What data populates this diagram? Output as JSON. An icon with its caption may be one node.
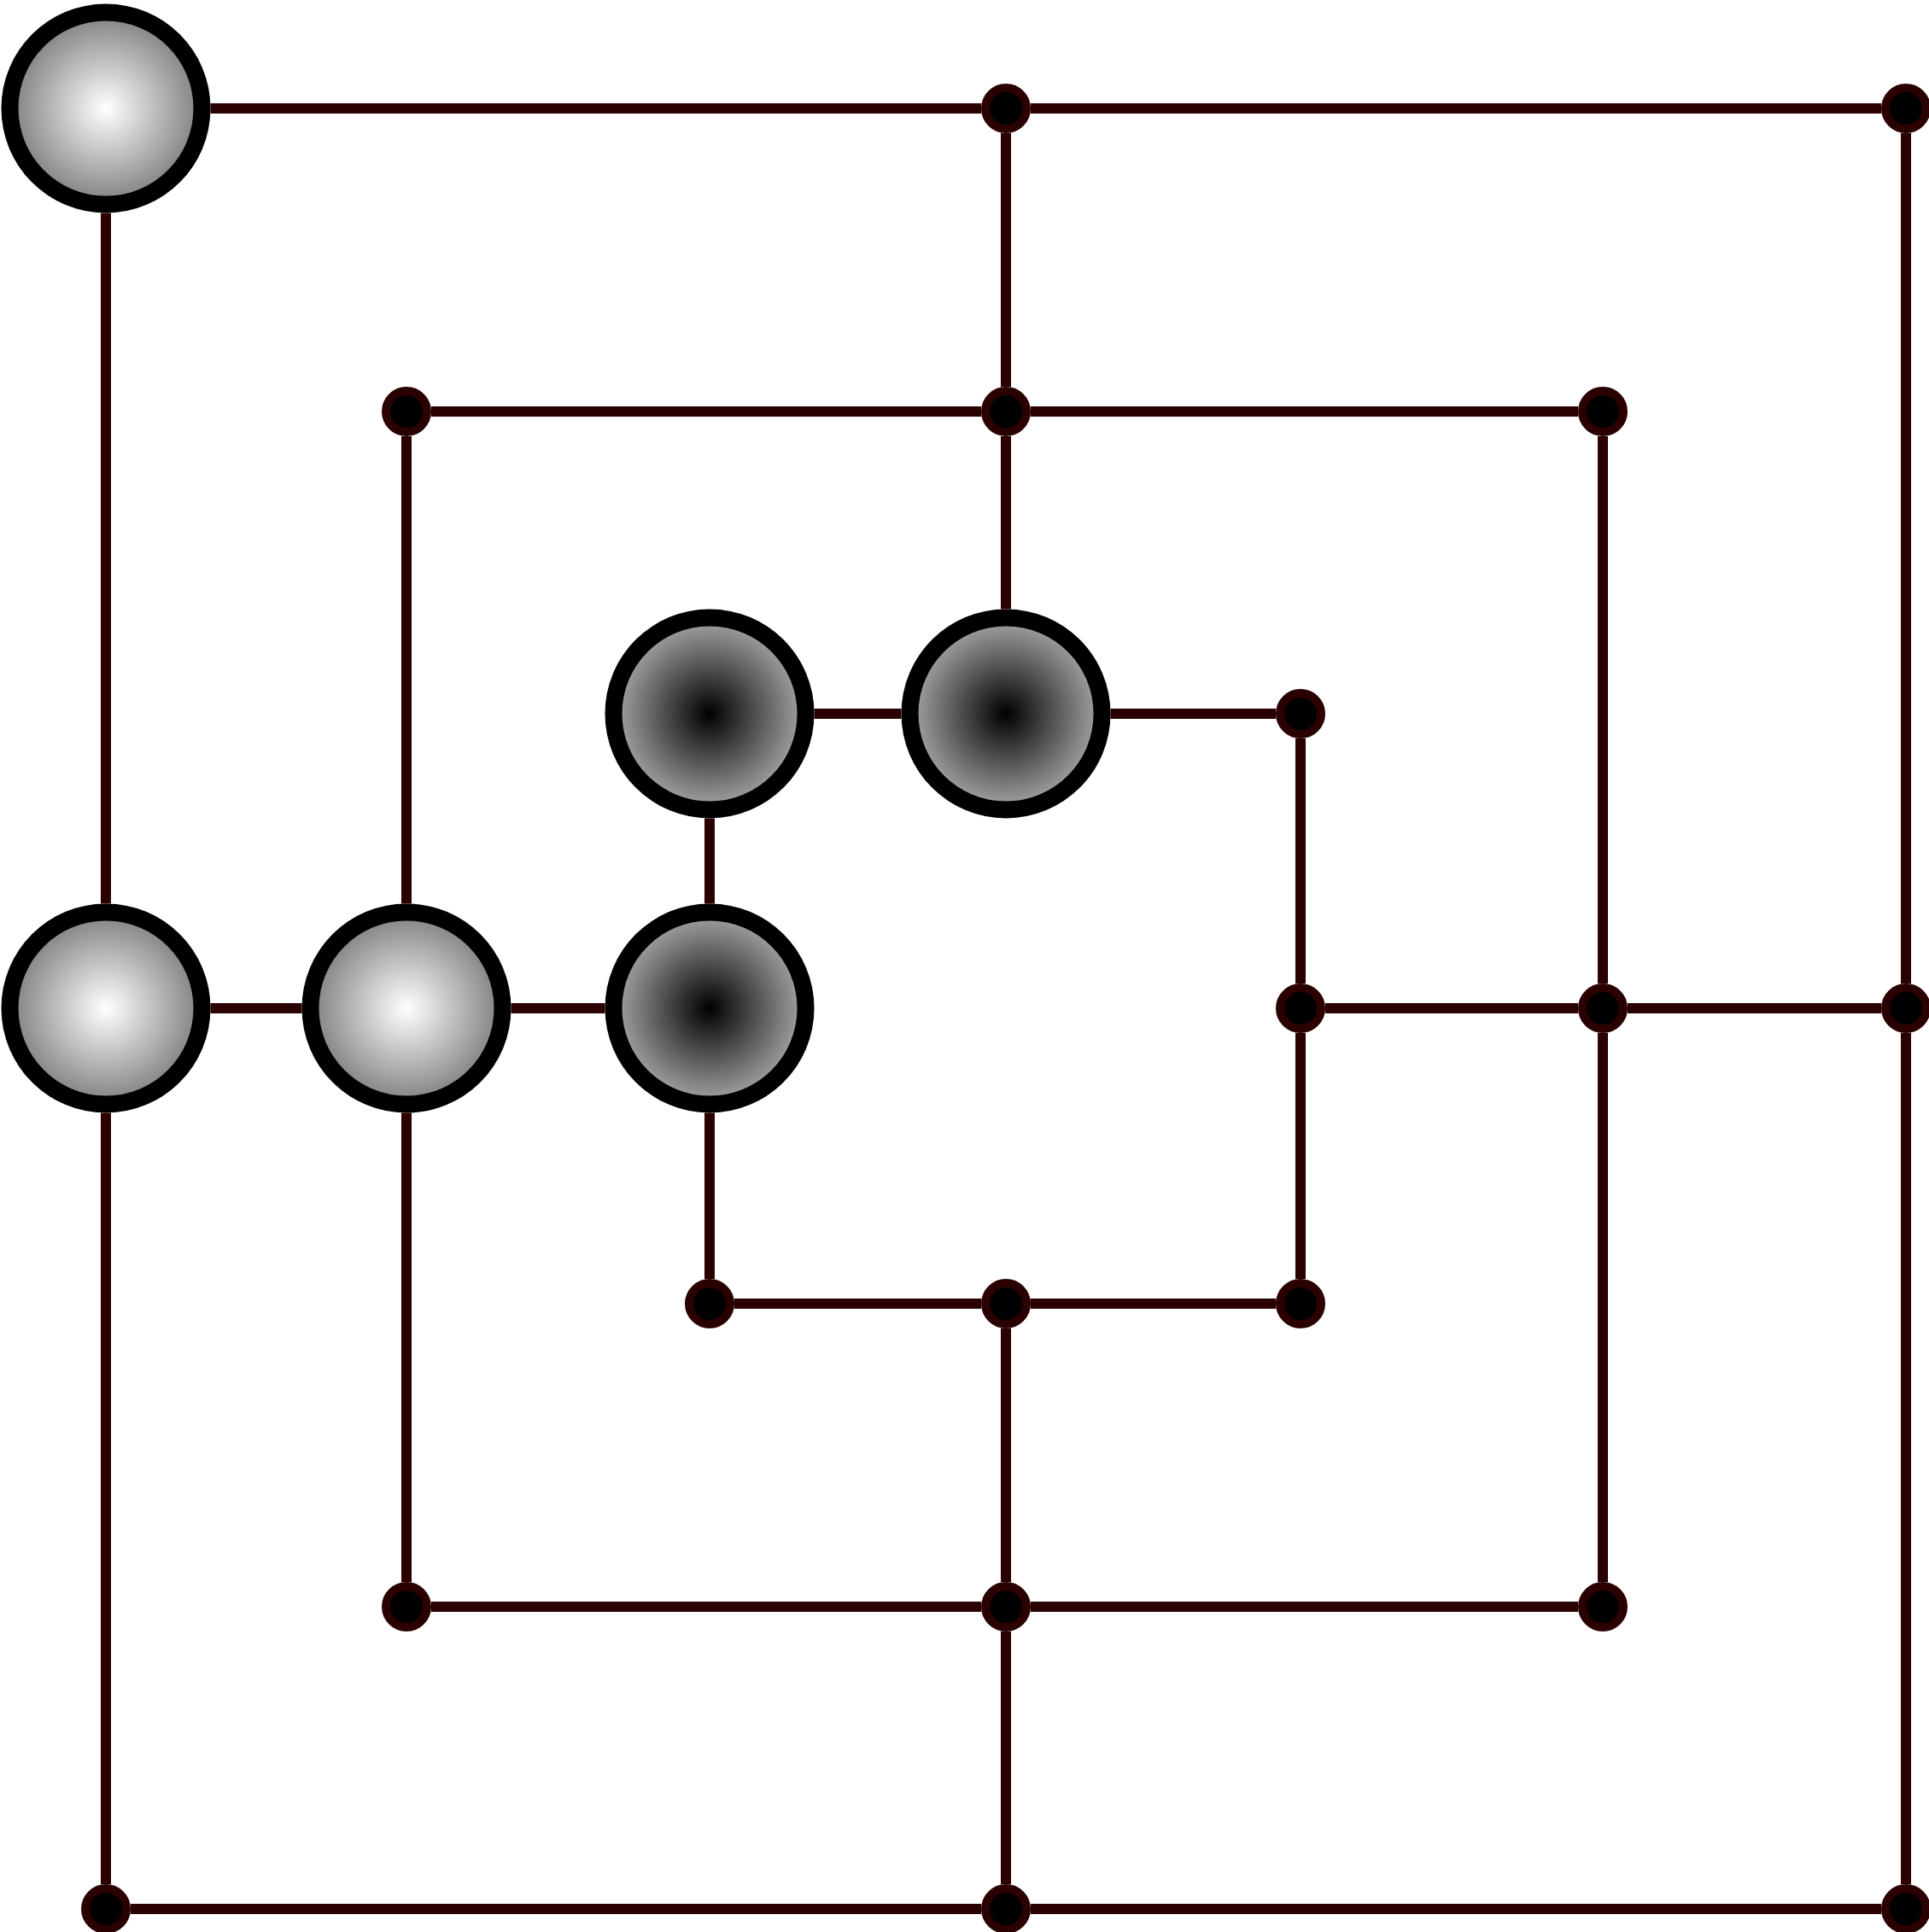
{
  "diagram": {
    "nodes": [
      {
        "text": [],
        "shape": "circle"
      },
      {
        "text": [],
        "shape": "dot"
      },
      {
        "text": [],
        "shape": "dot"
      },
      {
        "text": [],
        "shape": "dot"
      },
      {
        "text": [],
        "shape": "dot"
      },
      {
        "text": [],
        "shape": "dot"
      },
      {
        "text": [],
        "shape": "disc"
      },
      {
        "text": [],
        "shape": "disc"
      },
      {
        "text": [],
        "shape": "dot"
      },
      {
        "text": [],
        "shape": "circle"
      },
      {
        "text": [],
        "shape": "circle"
      },
      {
        "text": [],
        "shape": "disc"
      },
      {
        "text": [],
        "shape": "dot"
      },
      {
        "text": [],
        "shape": "dot"
      },
      {
        "text": [],
        "shape": "dot"
      },
      {
        "text": [],
        "shape": "dot"
      },
      {
        "text": [],
        "shape": "dot"
      },
      {
        "text": [],
        "shape": "dot"
      },
      {
        "text": [],
        "shape": "dot"
      },
      {
        "text": [],
        "shape": "dot"
      },
      {
        "text": [],
        "shape": "dot"
      },
      {
        "text": [],
        "shape": "dot"
      },
      {
        "text": [],
        "shape": "dot"
      },
      {
        "text": [],
        "shape": "dot"
      }
    ],
    "edges": [
      {
        "from": 0,
        "to": 1,
        "arrow": "none"
      },
      {
        "from": 1,
        "to": 2,
        "arrow": "none"
      },
      {
        "from": 2,
        "to": 14,
        "arrow": "none"
      },
      {
        "from": 14,
        "to": 23,
        "arrow": "none"
      },
      {
        "from": 23,
        "to": 22,
        "arrow": "none"
      },
      {
        "from": 22,
        "to": 21,
        "arrow": "none"
      },
      {
        "from": 21,
        "to": 9,
        "arrow": "none"
      },
      {
        "from": 9,
        "to": 0,
        "arrow": "none"
      },
      {
        "from": 3,
        "to": 4,
        "arrow": "none"
      },
      {
        "from": 4,
        "to": 5,
        "arrow": "none"
      },
      {
        "from": 5,
        "to": 13,
        "arrow": "none"
      },
      {
        "from": 13,
        "to": 20,
        "arrow": "none"
      },
      {
        "from": 20,
        "to": 19,
        "arrow": "none"
      },
      {
        "from": 19,
        "to": 18,
        "arrow": "none"
      },
      {
        "from": 18,
        "to": 10,
        "arrow": "none"
      },
      {
        "from": 10,
        "to": 3,
        "arrow": "none"
      },
      {
        "from": 6,
        "to": 7,
        "arrow": "none"
      },
      {
        "from": 7,
        "to": 8,
        "arrow": "none"
      },
      {
        "from": 8,
        "to": 12,
        "arrow": "none"
      },
      {
        "from": 12,
        "to": 17,
        "arrow": "none"
      },
      {
        "from": 17,
        "to": 16,
        "arrow": "none"
      },
      {
        "from": 16,
        "to": 15,
        "arrow": "none"
      },
      {
        "from": 15,
        "to": 11,
        "arrow": "none"
      },
      {
        "from": 11,
        "to": 6,
        "arrow": "none"
      },
      {
        "from": 1,
        "to": 4,
        "arrow": "none"
      },
      {
        "from": 4,
        "to": 7,
        "arrow": "none"
      },
      {
        "from": 14,
        "to": 13,
        "arrow": "none"
      },
      {
        "from": 13,
        "to": 12,
        "arrow": "none"
      },
      {
        "from": 22,
        "to": 19,
        "arrow": "none"
      },
      {
        "from": 19,
        "to": 16,
        "arrow": "none"
      },
      {
        "from": 9,
        "to": 10,
        "arrow": "none"
      },
      {
        "from": 10,
        "to": 11,
        "arrow": "none"
      }
    ]
  }
}
